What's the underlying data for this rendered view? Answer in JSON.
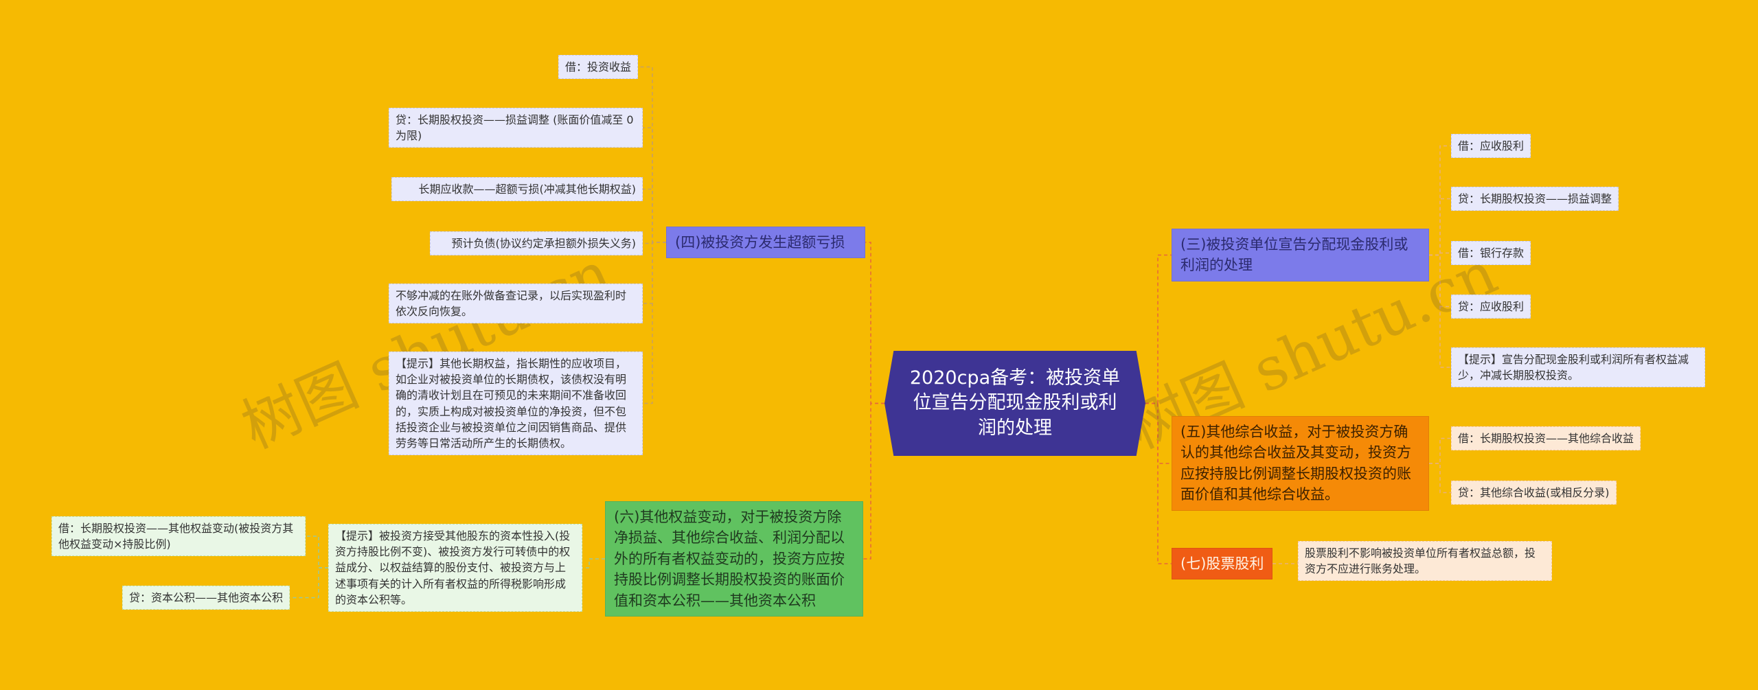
{
  "center": {
    "title": "2020cpa备考：被投资单位宣告分配现金股利或利润的处理"
  },
  "colors": {
    "background": "#F6BA02",
    "center": "#3E3494",
    "purple_branch": "#7C7BEA",
    "orange_branch": "#F58A07",
    "red_branch": "#F05C14",
    "green_branch": "#60C260",
    "leaf": "#E8E9FB",
    "leaf_green": "#E9F7E6",
    "leaf_peach": "#FDE9D6",
    "connector": "#E7663B"
  },
  "branches": {
    "b3": {
      "label": "(三)被投资单位宣告分配现金股利或利润的处理",
      "children": [
        "借：应收股利",
        "贷：长期股权投资——损益调整",
        "借：银行存款",
        "贷：应收股利",
        "【提示】宣告分配现金股利或利润所有者权益减少，冲减长期股权投资。"
      ]
    },
    "b5": {
      "label": "(五)其他综合收益，对于被投资方确认的其他综合收益及其变动，投资方应按持股比例调整长期股权投资的账面价值和其他综合收益。",
      "children": [
        "借：长期股权投资——其他综合收益",
        "贷：其他综合收益(或相反分录)"
      ]
    },
    "b7": {
      "label": "(七)股票股利",
      "children": [
        "股票股利不影响被投资单位所有者权益总额，投资方不应进行账务处理。"
      ]
    },
    "b4": {
      "label": "(四)被投资方发生超额亏损",
      "children": [
        "借：投资收益",
        "贷：长期股权投资——损益调整 (账面价值减至 0 为限)",
        "长期应收款——超额亏损(冲减其他长期权益)",
        "预计负债(协议约定承担额外损失义务)",
        "不够冲减的在账外做备查记录，以后实现盈利时依次反向恢复。",
        "【提示】其他长期权益，指长期性的应收项目，如企业对被投资单位的长期债权，该债权没有明确的清收计划且在可预见的未来期间不准备收回的，实质上构成对被投资单位的净投资，但不包括投资企业与被投资单位之间因销售商品、提供劳务等日常活动所产生的长期债权。"
      ]
    },
    "b6": {
      "label": "(六)其他权益变动，对于被投资方除净损益、其他综合收益、利润分配以外的所有者权益变动的，投资方应按持股比例调整长期股权投资的账面价值和资本公积——其他资本公积",
      "tip": "【提示】被投资方接受其他股东的资本性投入(投资方持股比例不变)、被投资方发行可转债中的权益成分、以权益结算的股份支付、被投资方与上述事项有关的计入所有者权益的所得税影响形成的资本公积等。",
      "children": [
        "借：长期股权投资——其他权益变动(被投资方其他权益变动×持股比例)",
        "贷：资本公积——其他资本公积"
      ]
    }
  },
  "watermarks": [
    "树图 shutu.cn",
    "树图 shutu.cn"
  ]
}
